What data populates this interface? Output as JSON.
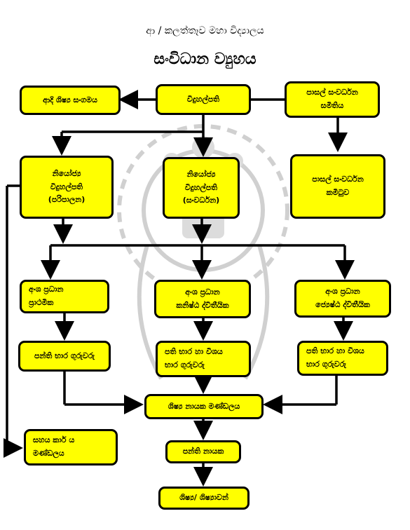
{
  "header": {
    "school_name": "ආ / කලත්තෑව මහා විද්‍යාලය",
    "chart_title": "සංවිධාන ව්‍යුහය"
  },
  "boxes": {
    "principal": [
      "විදුහල්පති"
    ],
    "past_pupils": [
      "ආදි ශිෂ්‍ය සංගමය"
    ],
    "sdc_society": [
      "පාසල් සංවර්ධන",
      "සමිතිය"
    ],
    "sdc_committee": [
      "පාසල් සංවර්ධන",
      "කමිටුව"
    ],
    "dp_admin": [
      "නියෝජ්‍ය",
      "විදුහල්පති",
      "(පරිපාලන)"
    ],
    "dp_dev": [
      "නියෝජ්‍ය",
      "විදුහල්පති",
      "(සංවර්ධන)"
    ],
    "sec_primary": [
      "අංශ ප්‍රධාන",
      "ප්‍රාථමික"
    ],
    "sec_junior": [
      "අංශ ප්‍රධාන",
      "කනිෂ්ඨ ද්විතීයික"
    ],
    "sec_senior": [
      "අංශ ප්‍රධාන",
      "ජ්‍යෙෂ්ඨ ද්විතීයික"
    ],
    "class_teachers": [
      "පන්ති භාර ගුරුවරු"
    ],
    "subject_teachers_1": [
      "පති භාර හා විශය",
      "භාර ගුරුවරු"
    ],
    "subject_teachers_2": [
      "පති භාර හා විශය",
      "භාර ගුරුවරු"
    ],
    "staff_council": [
      "සහය කාර් ය",
      "මණ්ඩලය"
    ],
    "prefects": [
      "ශිෂ්‍ය නායක මණ්ඩලය"
    ],
    "class_monitors": [
      "පන්ති නායක"
    ],
    "students": [
      "ශිෂ්‍ය/ ශිෂ්‍යාවන්"
    ]
  },
  "colors": {
    "box_fill": "#ffff00",
    "line": "#000000",
    "watermark": "#cccccc"
  }
}
